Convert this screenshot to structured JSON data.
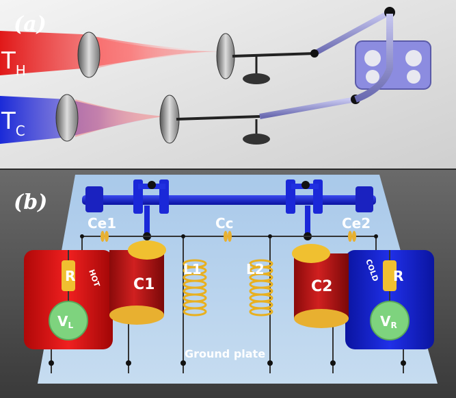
{
  "panel_a": {
    "label": "(a)",
    "hot_reservoir": {
      "letter": "T",
      "sub": "H"
    },
    "cold_reservoir": {
      "letter": "T",
      "sub": "C"
    }
  },
  "panel_b": {
    "label": "(b)",
    "caps": {
      "ce1": "Ce1",
      "cc": "Cc",
      "ce2": "Ce2"
    },
    "components": {
      "c1": "C1",
      "c2": "C2",
      "l1": "L1",
      "l2": "L2",
      "r_left": "R",
      "r_right": "R",
      "v_left": "V",
      "v_left_sub": "L",
      "v_right": "V",
      "v_right_sub": "R"
    },
    "hot_text": "HOT",
    "cold_text": "COLD",
    "ground": "Ground plate"
  },
  "colors": {
    "hot": "#e01818",
    "cold": "#1a2ad8",
    "gold": "#f0c030",
    "plate": "#a8c8e8",
    "green": "#7ed37e"
  }
}
